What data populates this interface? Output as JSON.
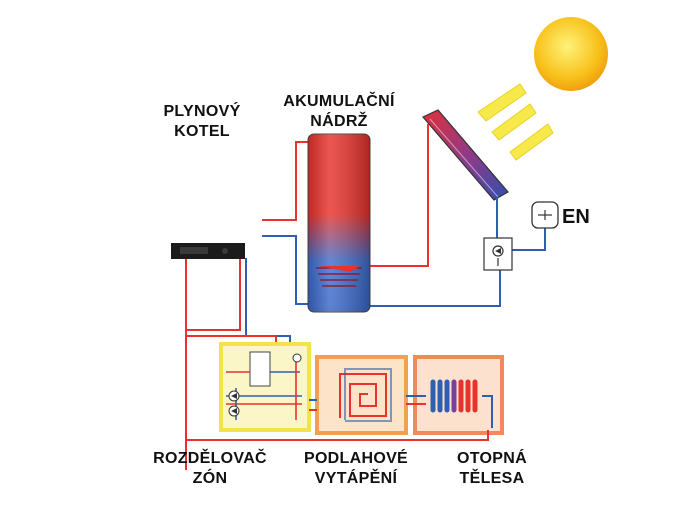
{
  "labels": {
    "boiler": [
      "PLYNOVÝ",
      "KOTEL"
    ],
    "tank": [
      "AKUMULAČNÍ",
      "NÁDRŽ"
    ],
    "expansion": "EN",
    "manifold": [
      "ROZDĚLOVAČ",
      "ZÓN"
    ],
    "floor": [
      "PODLAHOVÉ",
      "VYTÁPĚNÍ"
    ],
    "radiators": [
      "OTOPNÁ",
      "TĚLESA"
    ]
  },
  "colors": {
    "hot": "#e8322c",
    "cold": "#2f5fb0",
    "manifold_box": "#f2e34a",
    "floor_box": "#f0a050",
    "radiator_box": "#f08a5a",
    "sun": "#f8c21c",
    "ray": "#f7e94a"
  },
  "icons": [
    "sun-icon",
    "sun-ray-icon",
    "solar-collector-icon",
    "expansion-vessel-icon",
    "pump-icon",
    "gas-boiler-icon"
  ]
}
